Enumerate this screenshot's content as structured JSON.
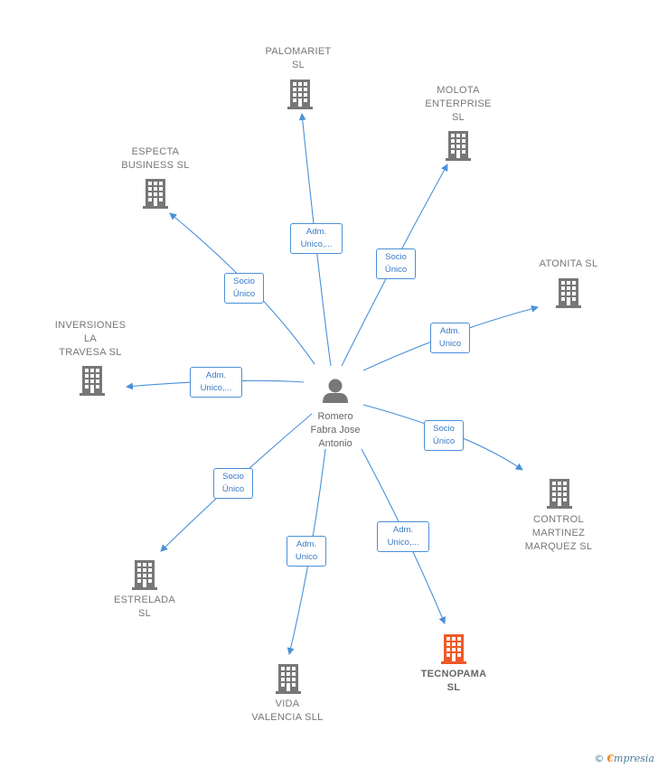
{
  "center": {
    "name": "Romero\nFabra Jose\nAntonio",
    "icon": "person-icon"
  },
  "companies": [
    {
      "id": "palomariet",
      "label": "PALOMARIET\nSL",
      "relation": "Adm.\nUnico,...",
      "highlight": false
    },
    {
      "id": "molota",
      "label": "MOLOTA\nENTERPRISE\nSL",
      "relation": "Socio\nÚnico",
      "highlight": false
    },
    {
      "id": "atonita",
      "label": "ATONITA SL",
      "relation": "Adm.\nUnico",
      "highlight": false
    },
    {
      "id": "control",
      "label": "CONTROL\nMARTINEZ\nMARQUEZ  SL",
      "relation": "Socio\nÚnico",
      "highlight": false
    },
    {
      "id": "tecnopama",
      "label": "TECNOPAMA\nSL",
      "relation": "Adm.\nUnico,...",
      "highlight": true
    },
    {
      "id": "vida",
      "label": "VIDA\nVALENCIA SLL",
      "relation": "Adm.\nUnico",
      "highlight": false
    },
    {
      "id": "estrelada",
      "label": "ESTRELADA\nSL",
      "relation": "Socio\nÚnico",
      "highlight": false
    },
    {
      "id": "inversiones",
      "label": "INVERSIONES\nLA\nTRAVESA  SL",
      "relation": "Adm.\nUnico,...",
      "highlight": false
    },
    {
      "id": "especta",
      "label": "ESPECTA\nBUSINESS  SL",
      "relation": "Socio\nÚnico",
      "highlight": false
    }
  ],
  "colors": {
    "edge": "#4a90d9",
    "building": "#777777",
    "building_highlight": "#f05a28",
    "person": "#777777"
  },
  "brand": {
    "copyright": "©",
    "initial": "€",
    "text": "mpresia"
  }
}
